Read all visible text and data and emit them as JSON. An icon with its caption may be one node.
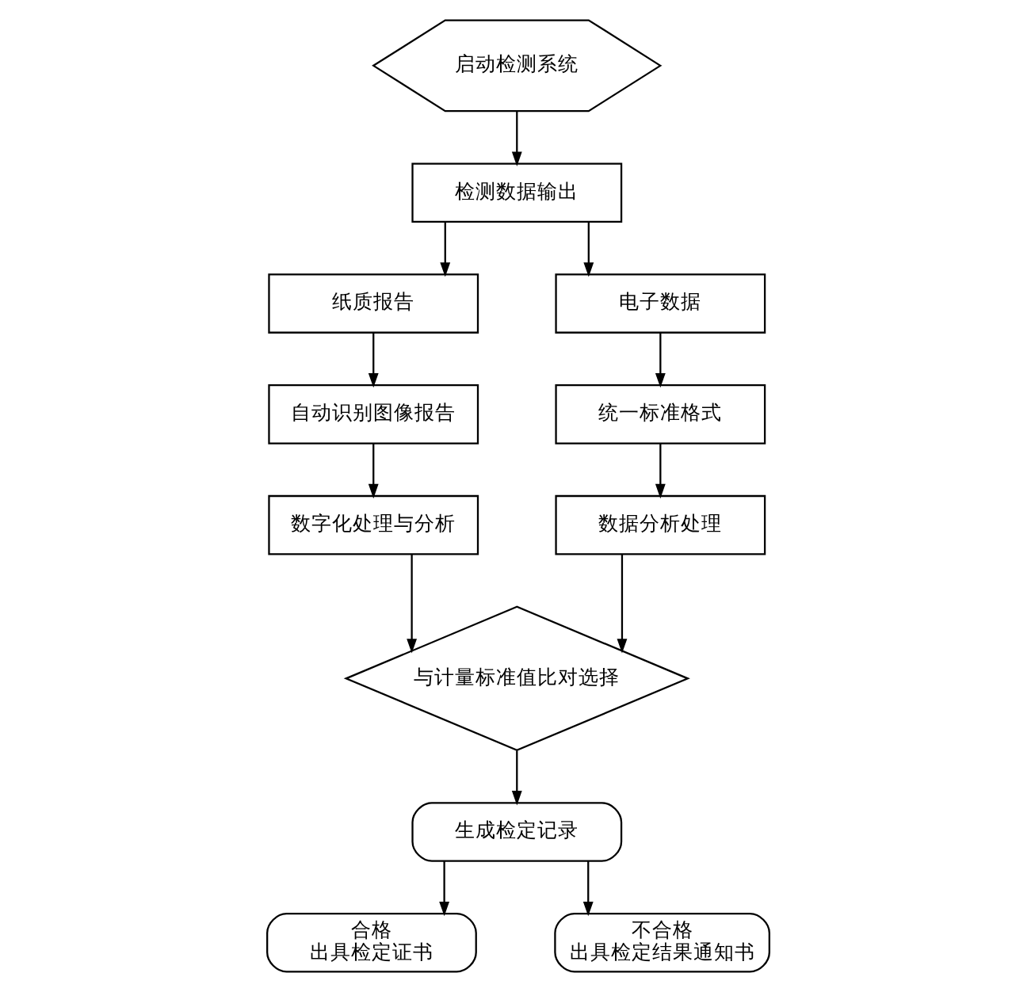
{
  "diagram": {
    "nodes": [
      {
        "text": [
          "启动检测系统"
        ]
      },
      {
        "text": [
          "检测数据输出"
        ]
      },
      {
        "text": [
          "纸质报告"
        ]
      },
      {
        "text": [
          "电子数据"
        ]
      },
      {
        "text": [
          "自动识别图像报告"
        ]
      },
      {
        "text": [
          "统一标准格式"
        ]
      },
      {
        "text": [
          "数字化处理与分析"
        ]
      },
      {
        "text": [
          "数据分析处理"
        ]
      },
      {
        "text": [
          "与计量标准值比对选择"
        ]
      },
      {
        "text": [
          "生成检定记录"
        ]
      },
      {
        "text": [
          "合格",
          "出具检定证书"
        ]
      },
      {
        "text": [
          "不合格",
          "出具检定结果通知书"
        ]
      }
    ],
    "edges": [
      {
        "from": 0,
        "to": 1,
        "arrow": "to"
      },
      {
        "from": 1,
        "to": 2,
        "arrow": "to"
      },
      {
        "from": 1,
        "to": 3,
        "arrow": "to"
      },
      {
        "from": 2,
        "to": 4,
        "arrow": "to"
      },
      {
        "from": 3,
        "to": 5,
        "arrow": "to"
      },
      {
        "from": 4,
        "to": 6,
        "arrow": "to"
      },
      {
        "from": 5,
        "to": 7,
        "arrow": "to"
      },
      {
        "from": 6,
        "to": 8,
        "arrow": "to"
      },
      {
        "from": 7,
        "to": 8,
        "arrow": "to"
      },
      {
        "from": 8,
        "to": 9,
        "arrow": "to"
      },
      {
        "from": 9,
        "to": 10,
        "arrow": "to"
      },
      {
        "from": 9,
        "to": 11,
        "arrow": "to"
      }
    ]
  }
}
